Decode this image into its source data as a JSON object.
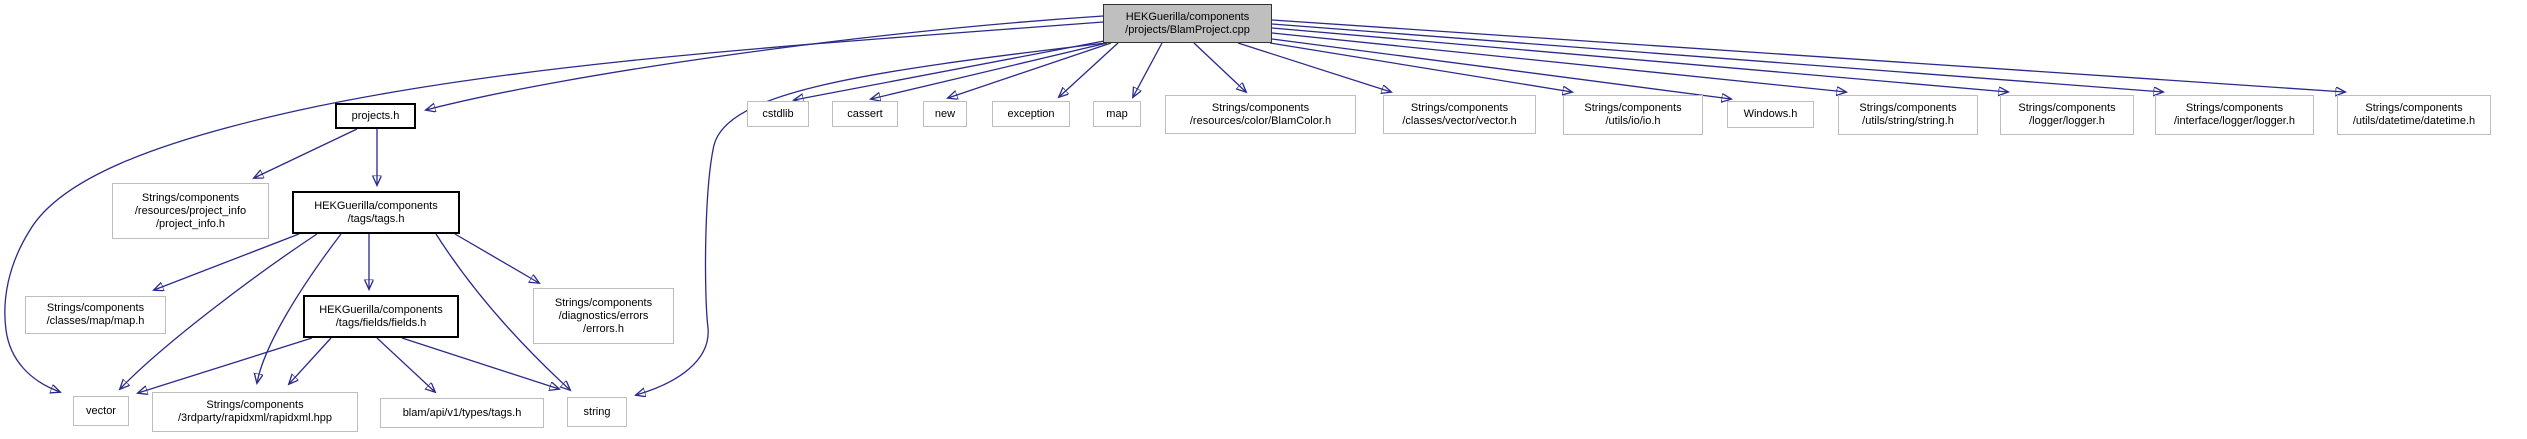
{
  "diagram": {
    "kind": "doxygen-include-dependency-graph",
    "colors": {
      "edge": "#2a2a8c",
      "current_node_fill": "#bfbfbf",
      "linked_node_border": "#000000",
      "plain_node_border": "#bdbdbd",
      "background": "#ffffff"
    },
    "nodes": {
      "blamproject_cpp": {
        "lines": [
          "HEKGuerilla/components",
          "/projects/BlamProject.cpp"
        ]
      },
      "projects_h": {
        "lines": [
          "projects.h"
        ]
      },
      "cstdlib": {
        "lines": [
          "cstdlib"
        ]
      },
      "cassert": {
        "lines": [
          "cassert"
        ]
      },
      "new": {
        "lines": [
          "new"
        ]
      },
      "exception": {
        "lines": [
          "exception"
        ]
      },
      "map": {
        "lines": [
          "map"
        ]
      },
      "blamcolor_h": {
        "lines": [
          "Strings/components",
          "/resources/color/BlamColor.h"
        ]
      },
      "vector_h": {
        "lines": [
          "Strings/components",
          "/classes/vector/vector.h"
        ]
      },
      "io_h": {
        "lines": [
          "Strings/components",
          "/utils/io/io.h"
        ]
      },
      "windows_h": {
        "lines": [
          "Windows.h"
        ]
      },
      "string_h": {
        "lines": [
          "Strings/components",
          "/utils/string/string.h"
        ]
      },
      "logger_h": {
        "lines": [
          "Strings/components",
          "/logger/logger.h"
        ]
      },
      "iface_logger_h": {
        "lines": [
          "Strings/components",
          "/interface/logger/logger.h"
        ]
      },
      "datetime_h": {
        "lines": [
          "Strings/components",
          "/utils/datetime/datetime.h"
        ]
      },
      "project_info_h": {
        "lines": [
          "Strings/components",
          "/resources/project_info",
          "/project_info.h"
        ]
      },
      "tags_h": {
        "lines": [
          "HEKGuerilla/components",
          "/tags/tags.h"
        ]
      },
      "map_h": {
        "lines": [
          "Strings/components",
          "/classes/map/map.h"
        ]
      },
      "fields_h": {
        "lines": [
          "HEKGuerilla/components",
          "/tags/fields/fields.h"
        ]
      },
      "errors_h": {
        "lines": [
          "Strings/components",
          "/diagnostics/errors",
          "/errors.h"
        ]
      },
      "vector": {
        "lines": [
          "vector"
        ]
      },
      "rapidxml_hpp": {
        "lines": [
          "Strings/components",
          "/3rdparty/rapidxml/rapidxml.hpp"
        ]
      },
      "blam_api_tags_h": {
        "lines": [
          "blam/api/v1/types/tags.h"
        ]
      },
      "string": {
        "lines": [
          "string"
        ]
      }
    },
    "edges": [
      [
        "blamproject_cpp",
        "projects_h"
      ],
      [
        "blamproject_cpp",
        "cstdlib"
      ],
      [
        "blamproject_cpp",
        "cassert"
      ],
      [
        "blamproject_cpp",
        "new"
      ],
      [
        "blamproject_cpp",
        "exception"
      ],
      [
        "blamproject_cpp",
        "map"
      ],
      [
        "blamproject_cpp",
        "blamcolor_h"
      ],
      [
        "blamproject_cpp",
        "vector_h"
      ],
      [
        "blamproject_cpp",
        "io_h"
      ],
      [
        "blamproject_cpp",
        "windows_h"
      ],
      [
        "blamproject_cpp",
        "string_h"
      ],
      [
        "blamproject_cpp",
        "logger_h"
      ],
      [
        "blamproject_cpp",
        "iface_logger_h"
      ],
      [
        "blamproject_cpp",
        "datetime_h"
      ],
      [
        "blamproject_cpp",
        "vector"
      ],
      [
        "blamproject_cpp",
        "string"
      ],
      [
        "projects_h",
        "project_info_h"
      ],
      [
        "projects_h",
        "tags_h"
      ],
      [
        "tags_h",
        "map_h"
      ],
      [
        "tags_h",
        "fields_h"
      ],
      [
        "tags_h",
        "vector"
      ],
      [
        "tags_h",
        "rapidxml_hpp"
      ],
      [
        "tags_h",
        "errors_h"
      ],
      [
        "tags_h",
        "string"
      ],
      [
        "fields_h",
        "vector"
      ],
      [
        "fields_h",
        "rapidxml_hpp"
      ],
      [
        "fields_h",
        "blam_api_tags_h"
      ],
      [
        "fields_h",
        "string"
      ]
    ]
  }
}
